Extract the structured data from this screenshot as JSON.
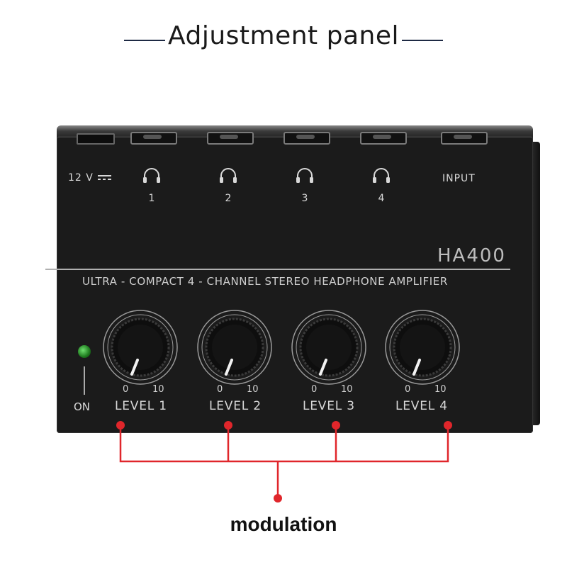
{
  "title": "Adjustment panel",
  "device": {
    "power_label": "12 V",
    "input_label": "INPUT",
    "headphone_outputs": [
      "1",
      "2",
      "3",
      "4"
    ],
    "model": "HA400",
    "subtitle": "ULTRA - COMPACT 4 - CHANNEL STEREO HEADPHONE AMPLIFIER",
    "power_indicator_label": "ON",
    "knobs": [
      {
        "min": "0",
        "max": "10",
        "label": "LEVEL 1"
      },
      {
        "min": "0",
        "max": "10",
        "label": "LEVEL 2"
      },
      {
        "min": "0",
        "max": "10",
        "label": "LEVEL 3"
      },
      {
        "min": "0",
        "max": "10",
        "label": "LEVEL 4"
      }
    ]
  },
  "caption": "modulation",
  "colors": {
    "device_body": "#1b1b1b",
    "callout": "#e0262b",
    "led": "#3fbf3f",
    "title_lines": "#1e2a44"
  },
  "icons": [
    "headphone-icon",
    "dc-power-icon",
    "power-led-icon"
  ]
}
